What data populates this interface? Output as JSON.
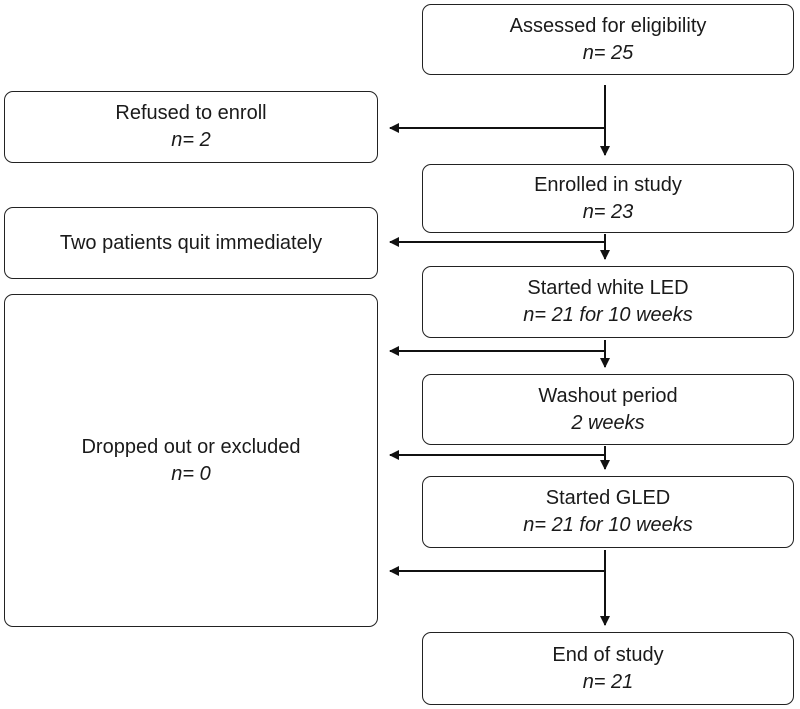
{
  "flow": {
    "assessed": {
      "title": "Assessed for eligibility",
      "count": "n= 25"
    },
    "enrolled": {
      "title": "Enrolled in study",
      "count": "n= 23"
    },
    "white_led": {
      "title": "Started white LED",
      "count": "n= 21 for 10 weeks"
    },
    "washout": {
      "title": "Washout period",
      "count": "2 weeks"
    },
    "gled": {
      "title": "Started GLED",
      "count": "n= 21 for 10 weeks"
    },
    "end": {
      "title": "End of study",
      "count": "n= 21"
    }
  },
  "exclusions": {
    "refused": {
      "title": "Refused to enroll",
      "count": "n= 2"
    },
    "quit": {
      "title": "Two patients quit immediately"
    },
    "dropped": {
      "title": "Dropped out or excluded",
      "count": "n= 0"
    }
  }
}
